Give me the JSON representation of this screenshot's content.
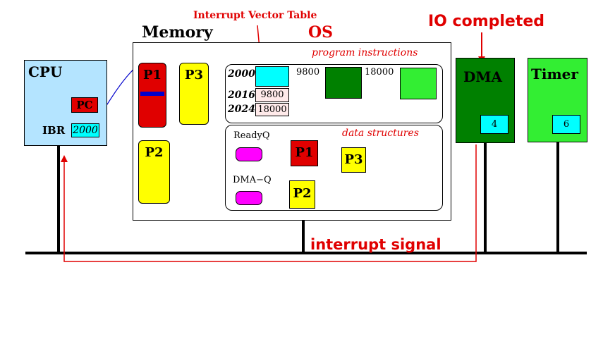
{
  "labels": {
    "ivt": "Interrupt Vector Table",
    "memory": "Memory",
    "os": "OS",
    "io_completed": "IO completed",
    "program_instructions": "program instructions",
    "data_structures": "data structures",
    "cpu": "CPU",
    "pc": "PC",
    "ibr": "IBR",
    "ibr_value": "2000",
    "dma": "DMA",
    "dma_value": "4",
    "timer": "Timer",
    "timer_value": "6",
    "interrupt_signal": "interrupt signal",
    "readyq": "ReadyQ",
    "dmaq": "DMA−Q"
  },
  "processes": {
    "p1": "P1",
    "p2": "P2",
    "p3": "P3"
  },
  "ivt_rows": [
    {
      "address": "2000",
      "value": ""
    },
    {
      "address": "2016",
      "value": "9800"
    },
    {
      "address": "2024",
      "value": "18000"
    }
  ],
  "handler_addresses": {
    "a": "9800",
    "b": "18000"
  },
  "queues": {
    "ready": [
      "P1",
      "P3"
    ],
    "dma": [
      "P2"
    ]
  },
  "colors": {
    "red": "#e00000",
    "cpu_bg": "#b4e4ff",
    "cyan": "#00ffff",
    "yellow": "#ffff00",
    "dark_green": "#008000",
    "light_green": "#33ee33",
    "magenta": "#ff00ff",
    "blue": "#0000cc"
  }
}
